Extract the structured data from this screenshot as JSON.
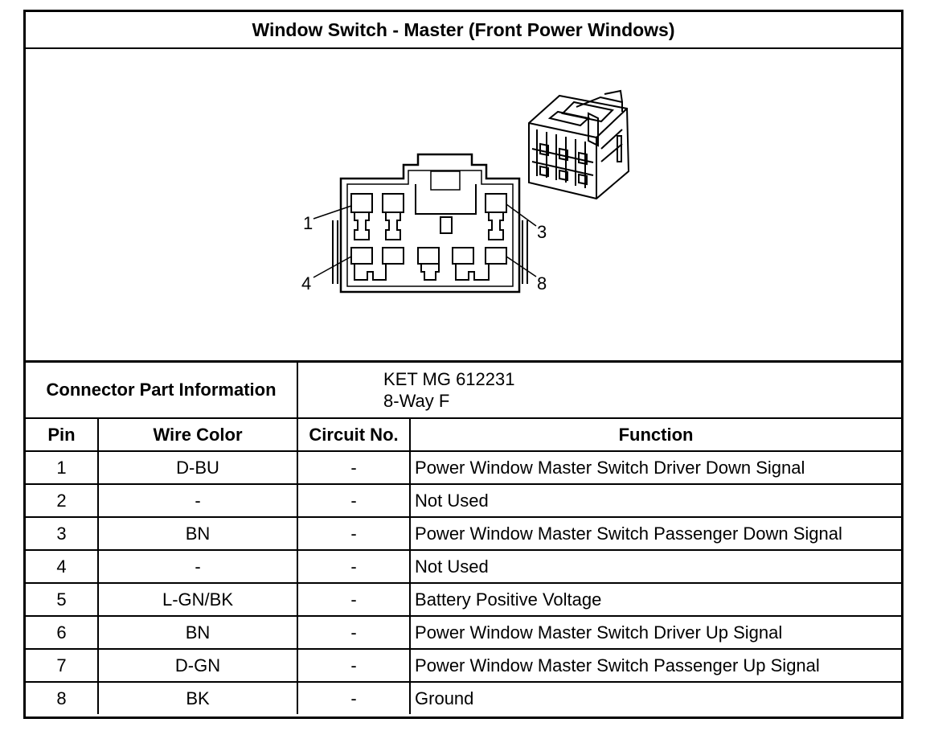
{
  "title": "Window Switch - Master (Front Power Windows)",
  "figure": {
    "pin_labels": [
      "1",
      "3",
      "4",
      "8"
    ]
  },
  "connector_info": {
    "label": "Connector Part Information",
    "part_number": "KET MG 612231",
    "description": "8-Way F"
  },
  "table": {
    "headers": [
      "Pin",
      "Wire Color",
      "Circuit No.",
      "Function"
    ],
    "rows": [
      {
        "pin": "1",
        "wire_color": "D-BU",
        "circuit": "-",
        "function": "Power Window Master Switch Driver Down Signal"
      },
      {
        "pin": "2",
        "wire_color": "-",
        "circuit": "-",
        "function": "Not Used"
      },
      {
        "pin": "3",
        "wire_color": "BN",
        "circuit": "-",
        "function": "Power Window Master Switch Passenger Down Signal"
      },
      {
        "pin": "4",
        "wire_color": "-",
        "circuit": "-",
        "function": "Not Used"
      },
      {
        "pin": "5",
        "wire_color": "L-GN/BK",
        "circuit": "-",
        "function": "Battery Positive Voltage"
      },
      {
        "pin": "6",
        "wire_color": "BN",
        "circuit": "-",
        "function": "Power Window Master Switch Driver Up Signal"
      },
      {
        "pin": "7",
        "wire_color": "D-GN",
        "circuit": "-",
        "function": "Power Window Master Switch Passenger Up Signal"
      },
      {
        "pin": "8",
        "wire_color": "BK",
        "circuit": "-",
        "function": "Ground"
      }
    ]
  }
}
